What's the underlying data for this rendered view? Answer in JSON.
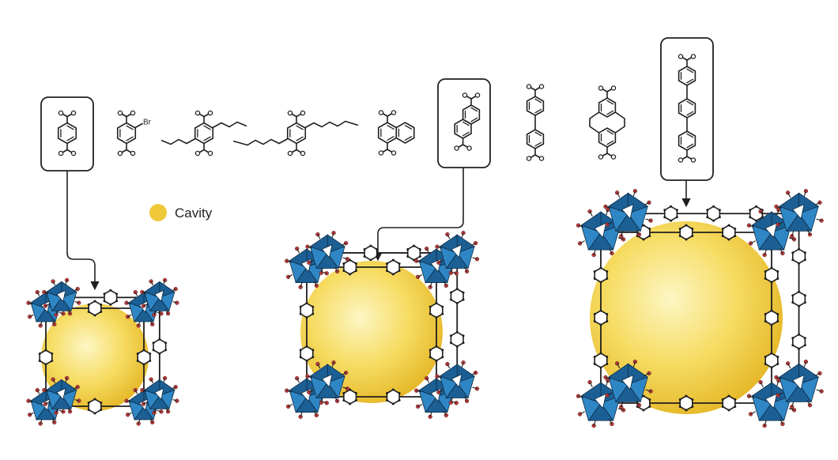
{
  "legend": {
    "label": "Cavity",
    "color": "#f0c93a"
  },
  "substituent_label": "Br",
  "colors": {
    "cavity": "#f0c93a",
    "cavity_light": "#fbf3b8",
    "cluster_blue": "#2f86c4",
    "cluster_blue_dark": "#1b5f94",
    "oxygen_red": "#c94040",
    "linker_black": "#1e1e1e",
    "box_stroke": "#231f20"
  },
  "linkers": [
    {
      "id": "terephthalate",
      "boxed": true
    },
    {
      "id": "bromo-terephthalate",
      "boxed": false
    },
    {
      "id": "dipropoxy-terephthalate",
      "boxed": false
    },
    {
      "id": "dipentoxy-terephthalate",
      "boxed": false
    },
    {
      "id": "naphthalene-1-4-dicarboxylate",
      "boxed": false
    },
    {
      "id": "naphthalene-2-6-dicarboxylate",
      "boxed": true
    },
    {
      "id": "biphenyl-dicarboxylate",
      "boxed": false
    },
    {
      "id": "tetrahydropyrene-dicarboxylate",
      "boxed": false
    },
    {
      "id": "terphenyl-dicarboxylate",
      "boxed": true
    }
  ],
  "frameworks": [
    {
      "id": "framework-small",
      "linker": "terephthalate"
    },
    {
      "id": "framework-medium",
      "linker": "naphthalene-2-6-dicarboxylate"
    },
    {
      "id": "framework-large",
      "linker": "terphenyl-dicarboxylate"
    }
  ]
}
